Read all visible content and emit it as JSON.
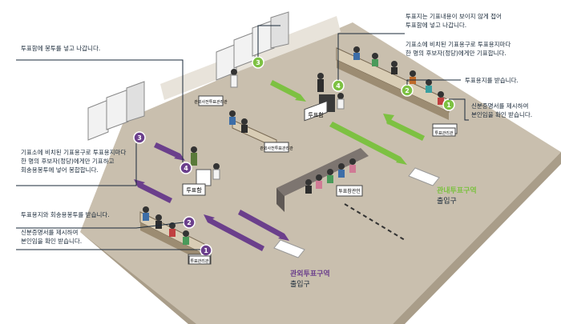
{
  "annotations": {
    "right_1": "투표지는 기표내용이 보이지 않게 접어",
    "right_1b": "투표함에 넣고 나갑니다.",
    "right_2": "기표소에 비치된 기표용구로 투표용지마다",
    "right_2b": "한 명의 후보자(정당)에게만 기표합니다.",
    "right_3": "투표용지를 받습니다.",
    "right_4": "신분증명서를 제시하여",
    "right_4b": "본인임을 확인 받습니다.",
    "left_1": "투표함에 봉투를 넣고 나갑니다.",
    "left_2": "기표소에 비치된 기표용구로 투표용지마다",
    "left_2b": "한 명의 후보자(정당)에게만 기표하고",
    "left_2c": "회송용봉투에 넣어 봉합합니다.",
    "left_3": "투표용지와 회송용봉투를 받습니다.",
    "left_4": "신분증명서를 제시하여",
    "left_4b": "본인임을 확인 받습니다."
  },
  "signs": {
    "ballot_box": "투표함",
    "ballot_box_left": "투표함",
    "observer": "투표참관인",
    "official_right": "투표관리관",
    "official_left": "투표관리관",
    "sign_a": "관외사전투표관리관",
    "sign_b": "관외사전투표관리관"
  },
  "entrances": {
    "in_district": "관내투표구역",
    "in_district_sub": "출입구",
    "out_district": "관외투표구역",
    "out_district_sub": "출입구"
  },
  "steps": [
    "1",
    "2",
    "3",
    "4"
  ],
  "colors": {
    "floor": "#c9bfae",
    "floor_edge": "#a99d89",
    "in_district": "#7dc142",
    "out_district": "#6b3f8c",
    "line": "#1a2a3a"
  }
}
